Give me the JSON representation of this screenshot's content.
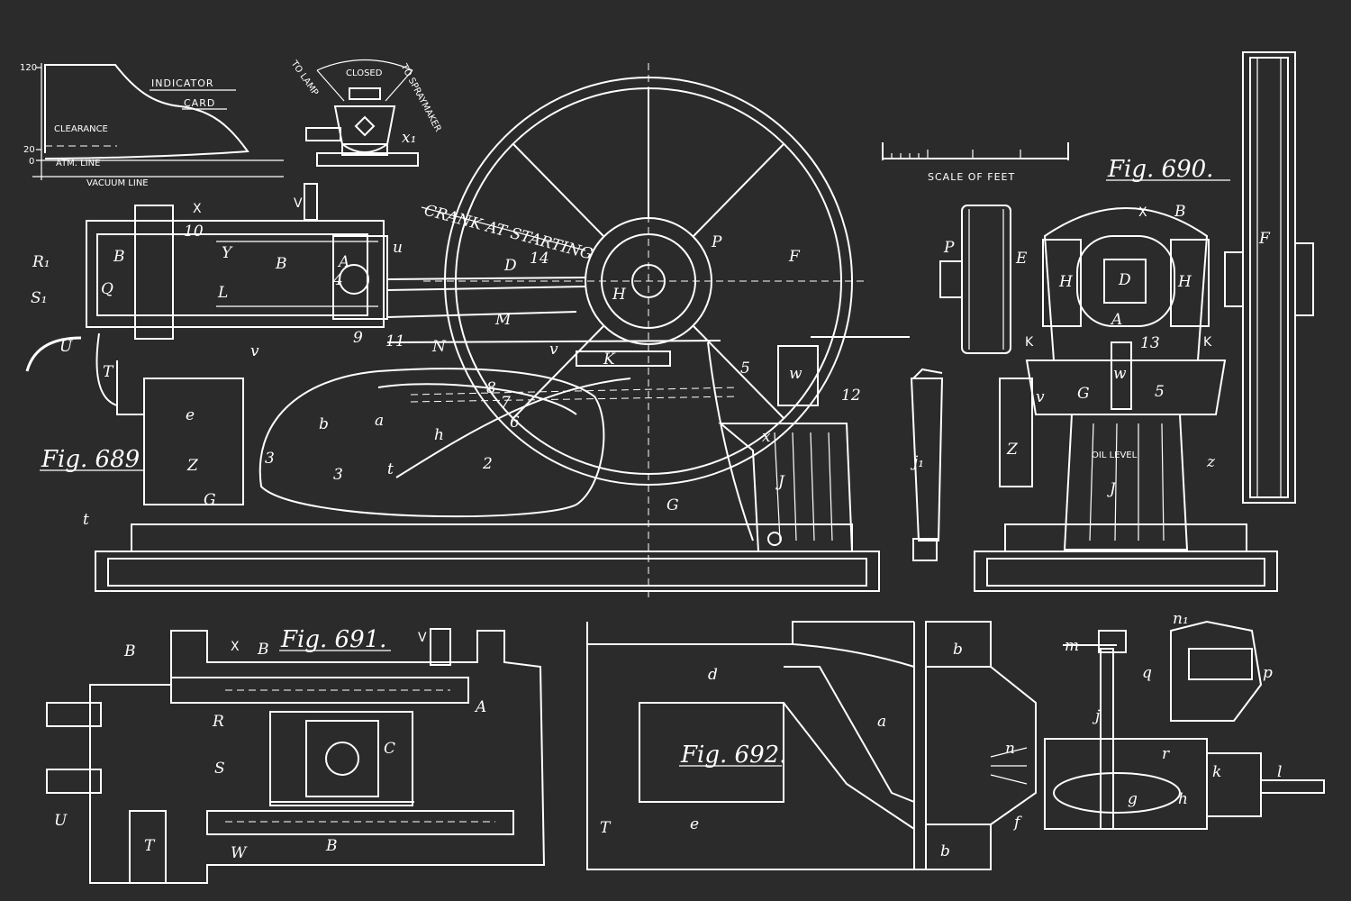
{
  "figures": {
    "fig689": "Fig. 689",
    "fig690": "Fig. 690.",
    "fig691": "Fig. 691.",
    "fig692": "Fig. 692."
  },
  "indicator_card": {
    "title_line1": "INDICATOR",
    "title_line2": "CARD",
    "tick_120": "120",
    "tick_20": "20",
    "tick_0": "0",
    "clearance": "CLEARANCE",
    "atm_line": "ATM. LINE",
    "vacuum_line": "VACUUM LINE"
  },
  "valve_detail": {
    "closed": "CLOSED",
    "to_lamp": "TO LAMP",
    "to_spraymaker": "TO SPRAYMAKER",
    "label": "x₁"
  },
  "scale": {
    "text": "SCALE OF FEET"
  },
  "flywheel_note": "CRANK AT STARTING",
  "oil_level": "OIL LEVEL",
  "labels_689": {
    "X": "X",
    "V": "V",
    "B1": "B",
    "B2": "B",
    "R": "R₁",
    "S": "S₁",
    "Q": "Q",
    "L": "L",
    "U": "U",
    "T": "T",
    "A": "A",
    "u": "u",
    "v1": "v",
    "v2": "v",
    "n10": "10",
    "Y": "Y",
    "n4": "4",
    "n14": "14",
    "D": "D",
    "P": "P",
    "F": "F",
    "H": "H",
    "M": "M",
    "N": "N",
    "n9": "9",
    "n11": "11",
    "K": "K",
    "w": "w",
    "n5": "5",
    "n12": "12",
    "x": "x",
    "J": "J",
    "G1": "G",
    "G2": "G",
    "Z": "Z",
    "e": "e",
    "b": "b",
    "a": "a",
    "h": "h",
    "n7": "7",
    "n8": "8",
    "n6": "6",
    "n2": "2",
    "n3a": "3",
    "n3b": "3",
    "t1": "t",
    "t2": "t",
    "j": "j₁"
  },
  "labels_690": {
    "X": "X",
    "B": "B",
    "P": "P",
    "E": "E",
    "H1": "H",
    "H2": "H",
    "D": "D",
    "A": "A",
    "K1": "K",
    "K2": "K",
    "n13": "13",
    "w": "w",
    "G": "G",
    "v": "v",
    "n5": "5",
    "Z": "Z",
    "J": "J",
    "z": "z",
    "F": "F"
  },
  "labels_691": {
    "B1": "B",
    "X": "X",
    "B2": "B",
    "V": "V",
    "A": "A",
    "R": "R",
    "S": "S",
    "C": "C",
    "U": "U",
    "T": "T",
    "W": "W",
    "B3": "B"
  },
  "labels_692": {
    "d": "d",
    "b1": "b",
    "a": "a",
    "T": "T",
    "e": "e",
    "b2": "b",
    "m": "m",
    "n1": "n₁",
    "q": "q",
    "p": "p",
    "n": "n",
    "j": "j",
    "r": "r",
    "f": "f",
    "g": "g",
    "h": "h",
    "k": "k",
    "l": "l"
  }
}
